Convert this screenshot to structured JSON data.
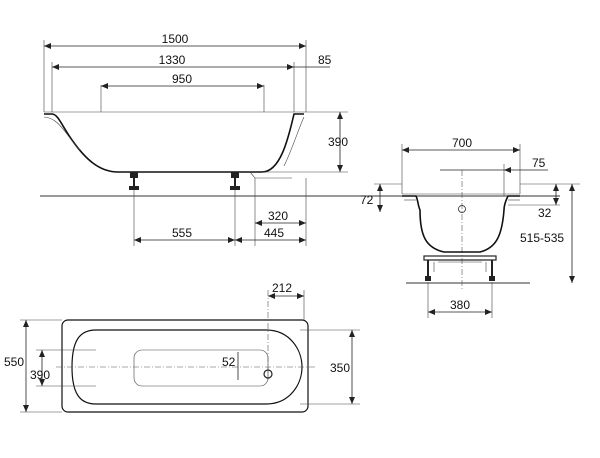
{
  "side_view": {
    "dims": {
      "overall_length": "1500",
      "inner_length": "1330",
      "bottom_length": "950",
      "rim_offset": "85",
      "height": "390",
      "foot_offset": "320",
      "foot_spacing": "555",
      "foot_edge": "445"
    }
  },
  "end_view": {
    "dims": {
      "width": "700",
      "overflow_offset": "75",
      "rim_height": "72",
      "rim_thickness": "32",
      "height_range": "515-535",
      "foot_width": "380"
    }
  },
  "top_view": {
    "dims": {
      "outer_width": "550",
      "inner_width": "390",
      "end_width": "350",
      "drain_offset": "212",
      "drain_radius": "52"
    }
  },
  "colors": {
    "line": "#222222",
    "background": "#ffffff"
  }
}
